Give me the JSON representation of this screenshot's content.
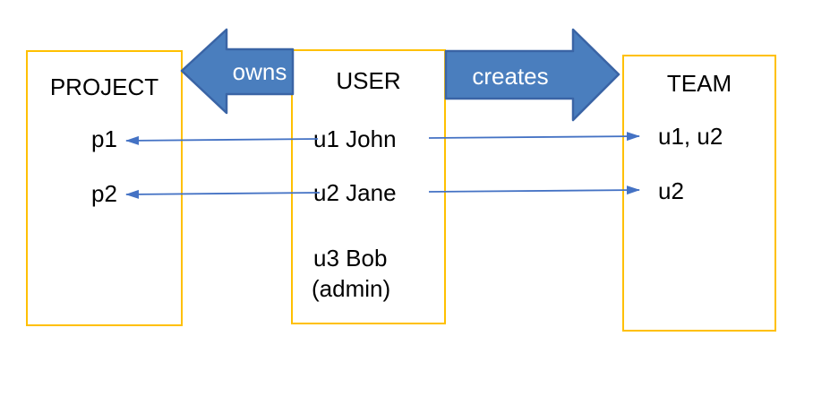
{
  "colors": {
    "box_border": "#FFC000",
    "connector": "#4472C4",
    "arrow_fill": "#4A7EBE",
    "arrow_stroke": "#3A64A5",
    "arrow_label": "#FFFFFF",
    "text": "#000000"
  },
  "boxes": [
    {
      "title": "PROJECT",
      "items": [
        "p1",
        "p2"
      ]
    },
    {
      "title": "USER",
      "items": [
        "u1 John",
        "u2 Jane",
        "u3 Bob",
        "(admin)"
      ]
    },
    {
      "title": "TEAM",
      "items": [
        "u1, u2",
        "u2"
      ]
    }
  ],
  "relations": [
    {
      "label": "owns",
      "direction": "left",
      "from": "USER",
      "to": "PROJECT"
    },
    {
      "label": "creates",
      "direction": "right",
      "from": "USER",
      "to": "TEAM"
    }
  ]
}
